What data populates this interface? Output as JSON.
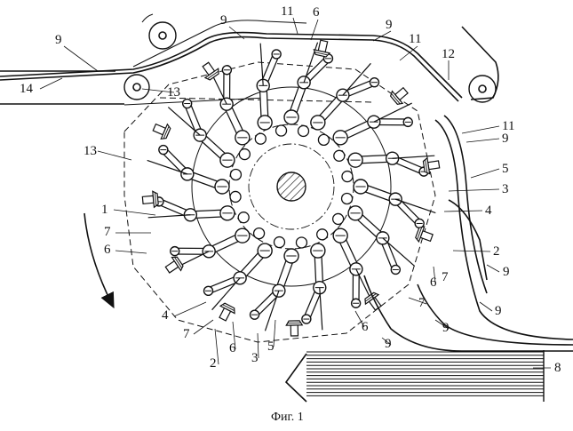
{
  "figure": {
    "caption": "Фиг. 1",
    "labels": [
      {
        "id": "l9a",
        "text": "9"
      },
      {
        "id": "l9b",
        "text": "9"
      },
      {
        "id": "l11a",
        "text": "11"
      },
      {
        "id": "l6a",
        "text": "6"
      },
      {
        "id": "l9c",
        "text": "9"
      },
      {
        "id": "l11b",
        "text": "11"
      },
      {
        "id": "l12",
        "text": "12"
      },
      {
        "id": "l14",
        "text": "14"
      },
      {
        "id": "l13a",
        "text": "13"
      },
      {
        "id": "l13b",
        "text": "13"
      },
      {
        "id": "l11c",
        "text": "11"
      },
      {
        "id": "l9d",
        "text": "9"
      },
      {
        "id": "l5a",
        "text": "5"
      },
      {
        "id": "l3a",
        "text": "3"
      },
      {
        "id": "l4a",
        "text": "4"
      },
      {
        "id": "l1",
        "text": "1"
      },
      {
        "id": "l7a",
        "text": "7"
      },
      {
        "id": "l6b",
        "text": "6"
      },
      {
        "id": "l2a",
        "text": "2"
      },
      {
        "id": "l6c",
        "text": "6"
      },
      {
        "id": "l7b",
        "text": "7"
      },
      {
        "id": "l9e",
        "text": "9"
      },
      {
        "id": "l4b",
        "text": "4"
      },
      {
        "id": "l7c",
        "text": "7"
      },
      {
        "id": "l7d",
        "text": "7"
      },
      {
        "id": "l6d",
        "text": "6"
      },
      {
        "id": "l9f",
        "text": "9"
      },
      {
        "id": "l2b",
        "text": "2"
      },
      {
        "id": "l6e",
        "text": "6"
      },
      {
        "id": "l3b",
        "text": "3"
      },
      {
        "id": "l5b",
        "text": "5"
      },
      {
        "id": "l9g",
        "text": "9"
      },
      {
        "id": "l9h",
        "text": "9"
      },
      {
        "id": "l8",
        "text": "8"
      }
    ],
    "icons": {
      "shaft": "hatched-shaft-icon",
      "roller": "roller-icon",
      "gripper": "gripper-arm-icon",
      "suction": "suction-cup-icon",
      "stack": "sheet-stack-icon",
      "rotation_arrow": "rotation-arrow-icon"
    }
  }
}
